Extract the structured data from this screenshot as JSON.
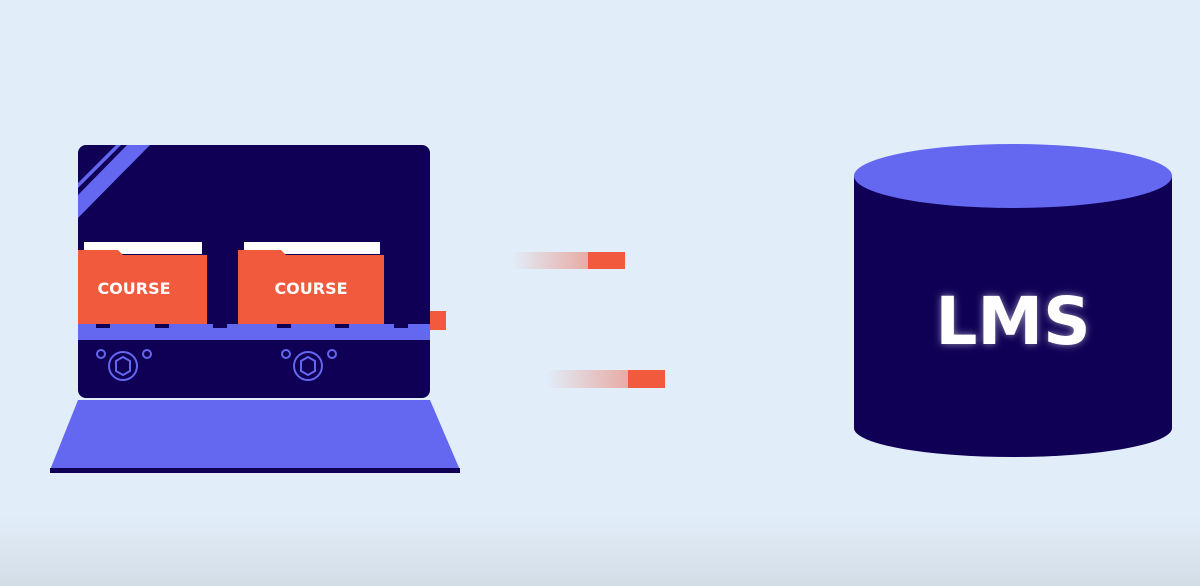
{
  "diagram": {
    "source": {
      "folders": [
        {
          "label": "COURSE"
        },
        {
          "label": "COURSE"
        }
      ]
    },
    "target": {
      "label": "LMS"
    }
  },
  "colors": {
    "background": "#e1edf9",
    "navy": "#0f0055",
    "periwinkle": "#6467ef",
    "orange": "#f15a3c",
    "folder_paper": "#ffffff"
  },
  "icons": {
    "laptop": "laptop-icon",
    "folder": "folder-icon",
    "gear": "gear-icon",
    "database": "database-cylinder-icon",
    "motion": "motion-streak-icon"
  }
}
